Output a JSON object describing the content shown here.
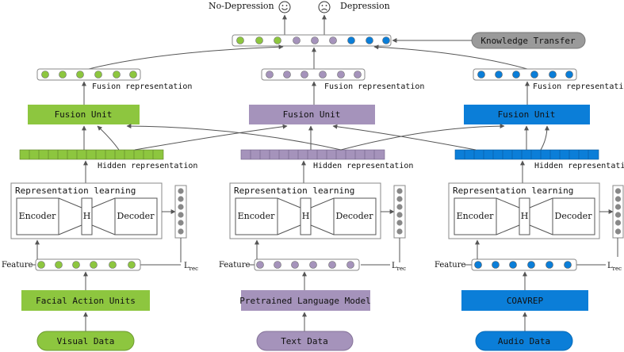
{
  "colors": {
    "green": "#8dc63f",
    "purple": "#a593bb",
    "blue": "#0b7ed8",
    "gray": "#9a9a9a",
    "line": "#555555"
  },
  "top": {
    "no_depression": "No-Depression",
    "depression": "Depression",
    "happy_icon": "smiley-face-icon",
    "sad_icon": "sad-face-icon",
    "knowledge_transfer": "Knowledge Transfer"
  },
  "columns": [
    {
      "key": "visual",
      "fusion_repr": "Fusion representation",
      "fusion_unit": "Fusion Unit",
      "hidden_repr": "Hidden representation",
      "rep_learning": "Representation learning",
      "encoder": "Encoder",
      "h": "H",
      "decoder": "Decoder",
      "feature": "Feature",
      "lrec": "L",
      "lrec_sub": "rec",
      "extractor": "Facial Action Units",
      "input": "Visual Data"
    },
    {
      "key": "text",
      "fusion_repr": "Fusion representation",
      "fusion_unit": "Fusion Unit",
      "hidden_repr": "Hidden representation",
      "rep_learning": "Representation learning",
      "encoder": "Encoder",
      "h": "H",
      "decoder": "Decoder",
      "feature": "Feature",
      "lrec": "L",
      "lrec_sub": "rec",
      "extractor": "Pretrained Language Model",
      "input": "Text Data"
    },
    {
      "key": "audio",
      "fusion_repr": "Fusion representation",
      "fusion_unit": "Fusion Unit",
      "hidden_repr": "Hidden representation",
      "rep_learning": "Representation learning",
      "encoder": "Encoder",
      "h": "H",
      "decoder": "Decoder",
      "feature": "Feature",
      "lrec": "L",
      "lrec_sub": "rec",
      "extractor": "COAVREP",
      "input": "Audio Data"
    }
  ]
}
